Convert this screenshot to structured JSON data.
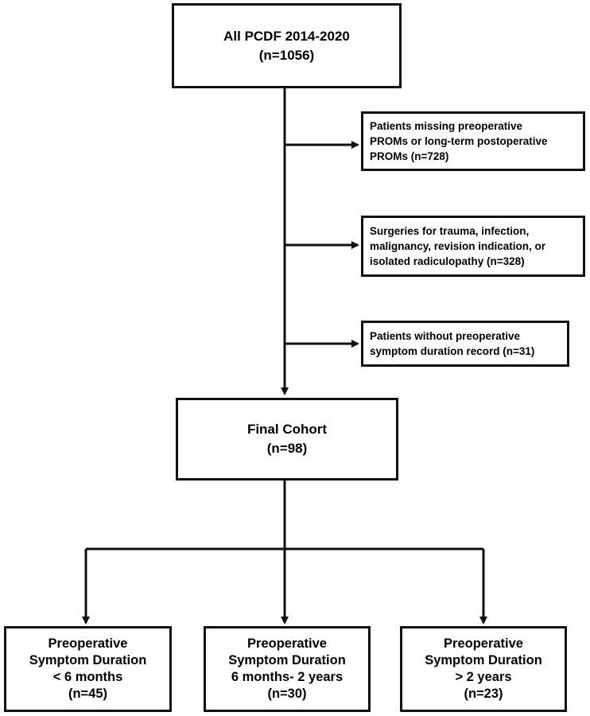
{
  "top_box": {
    "title": "All PCDF 2014-2020",
    "count": "(n=1056)"
  },
  "exclusions": [
    {
      "lines": [
        "Patients missing preoperative",
        "PROMs or long-term postoperative",
        "PROMs (n=728)"
      ]
    },
    {
      "lines": [
        "Surgeries for trauma, infection,",
        "malignancy, revision indication, or",
        "isolated radiculopathy (n=328)"
      ]
    },
    {
      "lines": [
        "Patients without preoperative",
        "symptom duration record (n=31)"
      ]
    }
  ],
  "final_box": {
    "title": "Final Cohort",
    "count": "(n=98)"
  },
  "groups": [
    {
      "lines": [
        "Preoperative",
        "Symptom Duration",
        "< 6 months",
        "(n=45)"
      ]
    },
    {
      "lines": [
        "Preoperative",
        "Symptom Duration",
        "6 months- 2 years",
        "(n=30)"
      ]
    },
    {
      "lines": [
        "Preoperative",
        "Symptom Duration",
        "> 2 years",
        "(n=23)"
      ]
    }
  ],
  "colors": {
    "stroke": "#111111",
    "background": "#ffffff"
  }
}
